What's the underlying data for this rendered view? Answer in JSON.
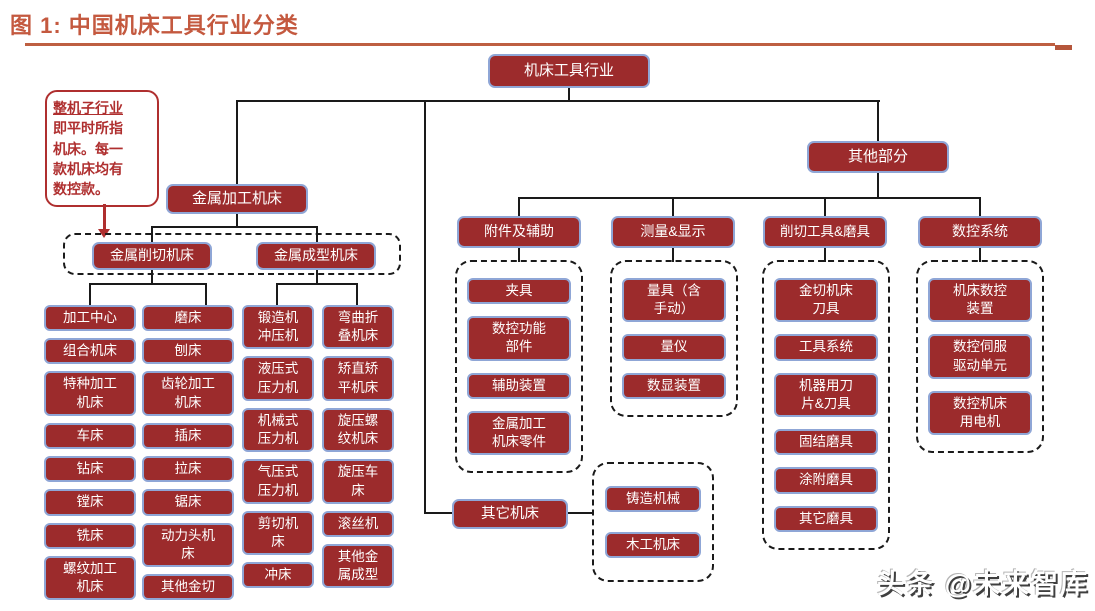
{
  "figure": {
    "title": "图 1:  中国机床工具行业分类"
  },
  "watermark": {
    "text": "头条 @未来智库"
  },
  "root": {
    "label": "机床工具行业"
  },
  "callout": {
    "lines": [
      "整机子行业",
      "即平时所指",
      "机床。每一",
      "款机床均有",
      "数控款。"
    ]
  },
  "left": {
    "parent": "金属加工机床",
    "cutting": {
      "header": "金属削切机床",
      "col1": [
        "加工中心",
        "组合机床",
        "特种加工机床",
        "车床",
        "钻床",
        "镗床",
        "铣床",
        "螺纹加工机床"
      ],
      "col2": [
        "磨床",
        "刨床",
        "齿轮加工机床",
        "插床",
        "拉床",
        "锯床",
        "动力头机床",
        "其他金切"
      ]
    },
    "forming": {
      "header": "金属成型机床",
      "col1": [
        "锻造机冲压机",
        "液压式压力机",
        "机械式压力机",
        "气压式压力机",
        "剪切机床",
        "冲床"
      ],
      "col2": [
        "弯曲折叠机床",
        "矫直矫平机床",
        "旋压螺纹机床",
        "旋压车床",
        "滚丝机",
        "其他金属成型"
      ]
    }
  },
  "right": {
    "parent": "其他部分",
    "groups": [
      {
        "header": "附件及辅助",
        "items": [
          "夹具",
          "数控功能部件",
          "辅助装置",
          "金属加工机床零件"
        ]
      },
      {
        "header": "测量&显示",
        "items": [
          "量具（含手动）",
          "量仪",
          "数显装置"
        ]
      },
      {
        "header": "削切工具&磨具",
        "items": [
          "金切机床刀具",
          "工具系统",
          "机器用刀片&刀具",
          "固结磨具",
          "涂附磨具",
          "其它磨具"
        ]
      },
      {
        "header": "数控系统",
        "items": [
          "机床数控装置",
          "数控伺服驱动单元",
          "数控机床用电机"
        ]
      }
    ]
  },
  "other": {
    "label": "其它机床",
    "items": [
      "铸造机械",
      "木工机床"
    ]
  },
  "colors": {
    "node_fill": "#9C2B2C",
    "node_border": "#8FA6D6",
    "title_text": "#C4593F",
    "title_rule": "#BE5F41",
    "callout_red": "#AF2F2F",
    "connector": "#1a1a1a"
  }
}
